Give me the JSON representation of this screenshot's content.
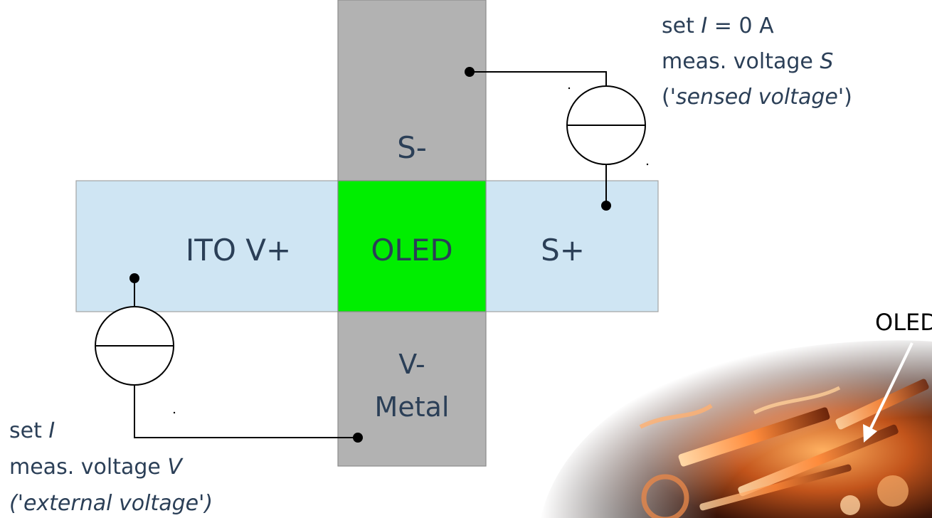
{
  "pads": {
    "left": "ITO V+",
    "center": "OLED",
    "right": "S+",
    "top": "S-",
    "bottom_line1": "V-",
    "bottom_line2": "Metal"
  },
  "annotations": {
    "top_right": {
      "line1_a": "set ",
      "line1_var": "I",
      "line1_b": " = 0 A",
      "line2_a": "meas. voltage ",
      "line2_var": "S",
      "line3_a": "(",
      "line3_it": "'sensed voltage'",
      "line3_b": ")"
    },
    "bottom_left": {
      "line1_a": "set ",
      "line1_var": "I",
      "line2_a": "meas. voltage ",
      "line2_var": "V",
      "line3": "('external voltage')"
    },
    "photo_label": "OLED"
  },
  "colors": {
    "ito": "#cfe5f3",
    "metal": "#b2b2b2",
    "oled": "#00ee00",
    "text": "#2b3f57"
  }
}
